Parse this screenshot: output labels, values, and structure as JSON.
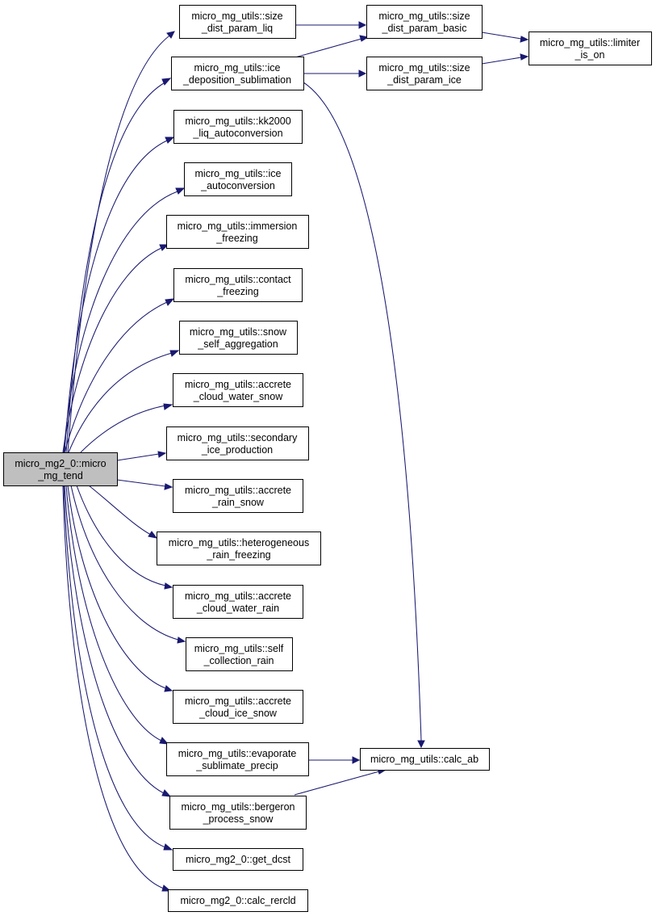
{
  "colors": {
    "edge": "#191970",
    "root_fill": "#bfbfbf",
    "node_fill": "#ffffff",
    "border": "#000000"
  },
  "nodes": {
    "root": {
      "line1": "micro_mg2_0::micro",
      "line2": "_mg_tend"
    },
    "sdpl": {
      "line1": "micro_mg_utils::size",
      "line2": "_dist_param_liq"
    },
    "ids": {
      "line1": "micro_mg_utils::ice",
      "line2": "_deposition_sublimation"
    },
    "sdpb": {
      "line1": "micro_mg_utils::size",
      "line2": "_dist_param_basic"
    },
    "sdpi": {
      "line1": "micro_mg_utils::size",
      "line2": "_dist_param_ice"
    },
    "lim": {
      "line1": "micro_mg_utils::limiter",
      "line2": "_is_on"
    },
    "kk": {
      "line1": "micro_mg_utils::kk2000",
      "line2": "_liq_autoconversion"
    },
    "iac": {
      "line1": "micro_mg_utils::ice",
      "line2": "_autoconversion"
    },
    "imm": {
      "line1": "micro_mg_utils::immersion",
      "line2": "_freezing"
    },
    "con": {
      "line1": "micro_mg_utils::contact",
      "line2": "_freezing"
    },
    "ssa": {
      "line1": "micro_mg_utils::snow",
      "line2": "_self_aggregation"
    },
    "acws": {
      "line1": "micro_mg_utils::accrete",
      "line2": "_cloud_water_snow"
    },
    "sip": {
      "line1": "micro_mg_utils::secondary",
      "line2": "_ice_production"
    },
    "ars": {
      "line1": "micro_mg_utils::accrete",
      "line2": "_rain_snow"
    },
    "hrf": {
      "line1": "micro_mg_utils::heterogeneous",
      "line2": "_rain_freezing"
    },
    "acwr": {
      "line1": "micro_mg_utils::accrete",
      "line2": "_cloud_water_rain"
    },
    "scr": {
      "line1": "micro_mg_utils::self",
      "line2": "_collection_rain"
    },
    "acis": {
      "line1": "micro_mg_utils::accrete",
      "line2": "_cloud_ice_snow"
    },
    "esp": {
      "line1": "micro_mg_utils::evaporate",
      "line2": "_sublimate_precip"
    },
    "cab": {
      "line1": "micro_mg_utils::calc_ab",
      "line2": ""
    },
    "bps": {
      "line1": "micro_mg_utils::bergeron",
      "line2": "_process_snow"
    },
    "gdc": {
      "line1": "micro_mg2_0::get_dcst",
      "line2": ""
    },
    "crr": {
      "line1": "micro_mg2_0::calc_rercld",
      "line2": ""
    }
  },
  "edges": [
    [
      "root",
      "sdpl"
    ],
    [
      "root",
      "ids"
    ],
    [
      "root",
      "kk"
    ],
    [
      "root",
      "iac"
    ],
    [
      "root",
      "imm"
    ],
    [
      "root",
      "con"
    ],
    [
      "root",
      "ssa"
    ],
    [
      "root",
      "acws"
    ],
    [
      "root",
      "sip"
    ],
    [
      "root",
      "ars"
    ],
    [
      "root",
      "hrf"
    ],
    [
      "root",
      "acwr"
    ],
    [
      "root",
      "scr"
    ],
    [
      "root",
      "acis"
    ],
    [
      "root",
      "esp"
    ],
    [
      "root",
      "bps"
    ],
    [
      "root",
      "gdc"
    ],
    [
      "root",
      "crr"
    ],
    [
      "sdpl",
      "sdpb"
    ],
    [
      "ids",
      "sdpb"
    ],
    [
      "ids",
      "sdpi"
    ],
    [
      "ids",
      "cab"
    ],
    [
      "sdpb",
      "lim"
    ],
    [
      "sdpi",
      "lim"
    ],
    [
      "esp",
      "cab"
    ],
    [
      "bps",
      "cab"
    ]
  ]
}
